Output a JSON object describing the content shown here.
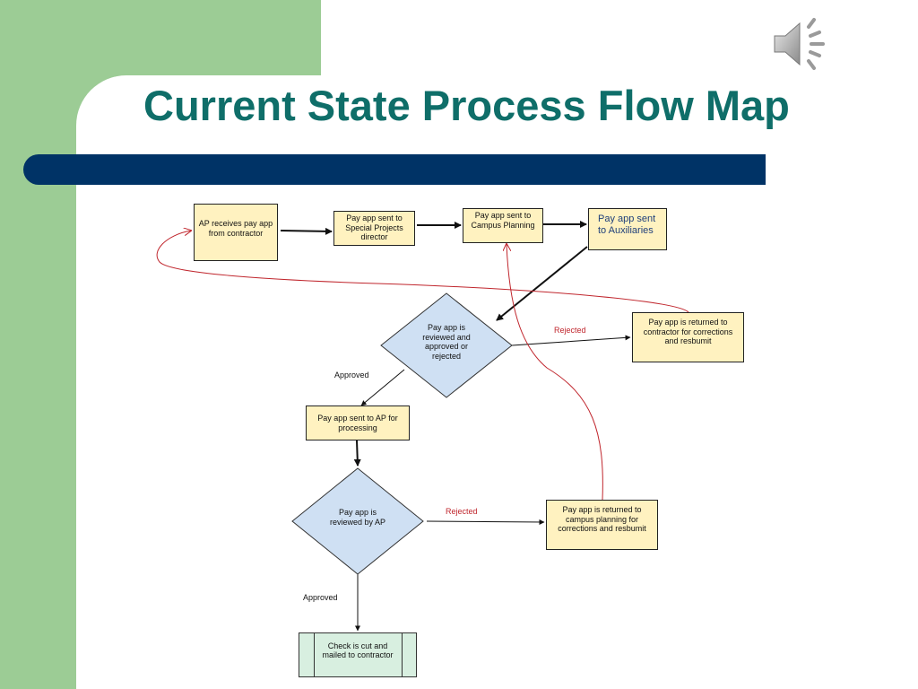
{
  "title": "Current State Process Flow Map",
  "icons": {
    "speaker": "speaker-icon"
  },
  "colors": {
    "title": "#0f6e69",
    "title_bar": "#003366",
    "side_band": "#9ccc95",
    "process_fill": "#fff2c0",
    "decision_fill": "#cfe0f3",
    "terminal_fill": "#d8efe0",
    "loop_edge": "#c0262d"
  },
  "nodes": {
    "ap_receives": "AP receives pay app from contractor",
    "sent_special_projects": "Pay app sent to Special Projects director",
    "sent_campus_planning": "Pay app sent to Campus Planning",
    "sent_auxiliaries": "Pay app sent to Auxiliaries",
    "reviewed_approved_rejected": "Pay app is reviewed and approved or rejected",
    "returned_to_contractor": "Pay app is returned to contractor for corrections and resbumit",
    "sent_to_ap": "Pay app sent to AP for processing",
    "reviewed_by_ap": "Pay app is reviewed by AP",
    "returned_to_campus": "Pay app is returned to campus planning for corrections and resbumit",
    "check_cut": "Check is cut and mailed to contractor"
  },
  "edge_labels": {
    "rejected_1": "Rejected",
    "approved_1": "Approved",
    "rejected_2": "Rejected",
    "approved_2": "Approved"
  }
}
